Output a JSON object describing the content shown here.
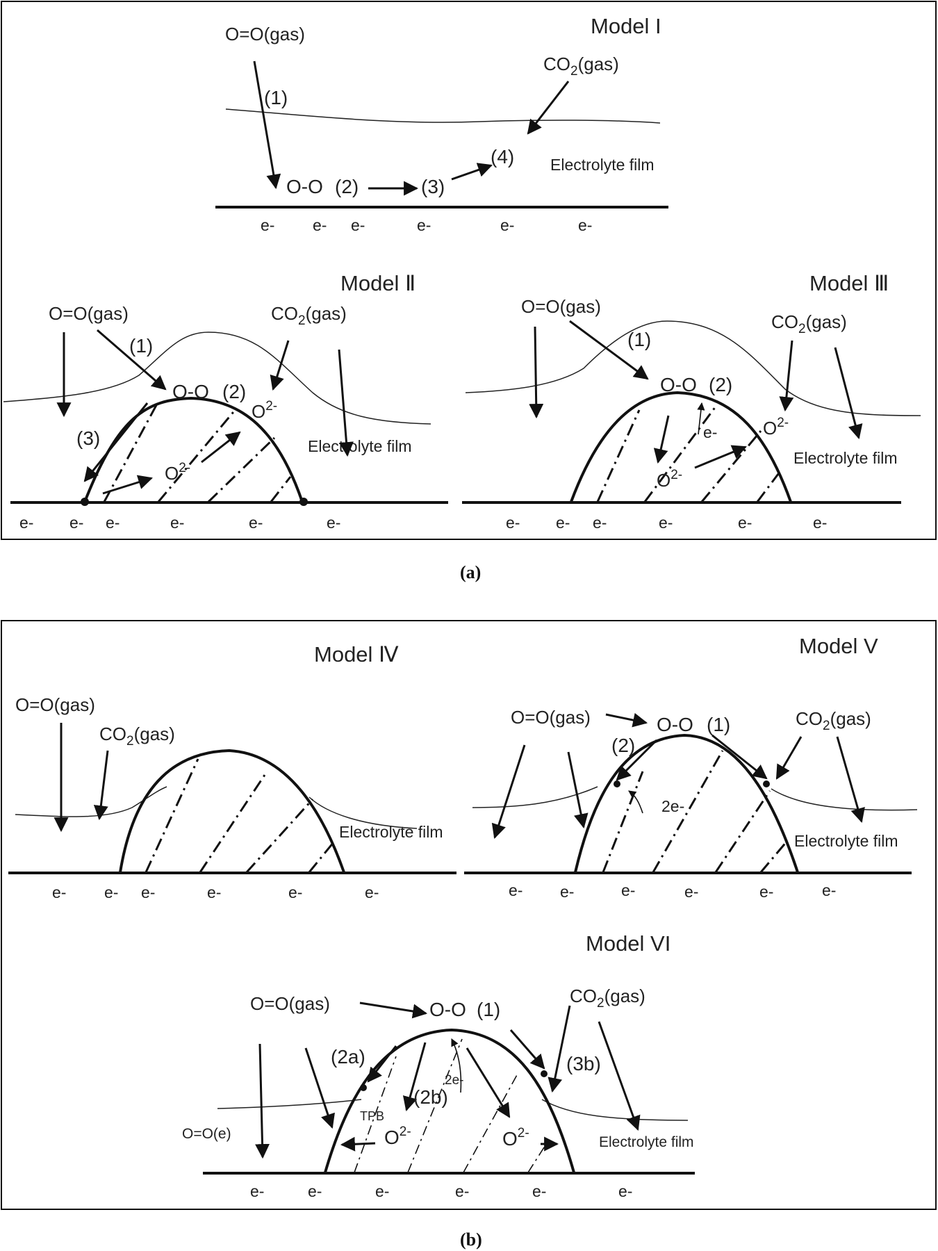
{
  "panel_a": {
    "caption": "(a)",
    "model1": {
      "title": "Model I",
      "o2_gas": "O=O(gas)",
      "co2": "CO",
      "co2_sub": "2",
      "co2_suffix": "(gas)",
      "step1": "(1)",
      "step2": "(2)",
      "step3": "(3)",
      "step4": "(4)",
      "oo": "O-O",
      "film": "Electrolyte film",
      "e": [
        "e-",
        "e-",
        "e-",
        "e-",
        "e-",
        "e-"
      ]
    },
    "model2": {
      "title": "Model Ⅱ",
      "o2_gas": "O=O(gas)",
      "co2": "CO",
      "co2_sub": "2",
      "co2_suffix": "(gas)",
      "step1": "(1)",
      "step2": "(2)",
      "step3": "(3)",
      "oo": "O-O",
      "o2minus": "O",
      "o2minus_sup": "2-",
      "film": "Electrolyte film",
      "e": [
        "e-",
        "e-",
        "e-",
        "e-",
        "e-",
        "e-"
      ]
    },
    "model3": {
      "title": "Model Ⅲ",
      "o2_gas": "O=O(gas)",
      "co2": "CO",
      "co2_sub": "2",
      "co2_suffix": "(gas)",
      "step1": "(1)",
      "step2": "(2)",
      "oo": "O-O",
      "e_inner": "e-",
      "o2minus": "O",
      "o2minus_sup": "2-",
      "film": "Electrolyte film",
      "e": [
        "e-",
        "e-",
        "e-",
        "e-",
        "e-",
        "e-"
      ]
    }
  },
  "panel_b": {
    "caption": "(b)",
    "model4": {
      "title": "Model Ⅳ",
      "o2_gas": "O=O(gas)",
      "co2": "CO",
      "co2_sub": "2",
      "co2_suffix": "(gas)",
      "film": "Electrolyte film",
      "e": [
        "e-",
        "e-",
        "e-",
        "e-",
        "e-",
        "e-"
      ]
    },
    "model5": {
      "title": "Model V",
      "o2_gas": "O=O(gas)",
      "co2": "CO",
      "co2_sub": "2",
      "co2_suffix": "(gas)",
      "oo": "O-O",
      "step1": "(1)",
      "step2": "(2)",
      "two_e": "2e-",
      "film": "Electrolyte film",
      "e": [
        "e-",
        "e-",
        "e-",
        "e-",
        "e-",
        "e-"
      ]
    },
    "model6": {
      "title": "Model VI",
      "o2_gas": "O=O(gas)",
      "co2": "CO",
      "co2_sub": "2",
      "co2_suffix": "(gas)",
      "oo": "O-O",
      "step1": "(1)",
      "step2a": "(2a)",
      "step2b": "(2b)",
      "step3b": "(3b)",
      "two_e": "2e-",
      "tpb": "TPB",
      "o2e": "O=O(e)",
      "o2minus": "O",
      "o2minus_sup": "2-",
      "film": "Electrolyte film",
      "e": [
        "e-",
        "e-",
        "e-",
        "e-",
        "e-",
        "e-"
      ]
    }
  }
}
